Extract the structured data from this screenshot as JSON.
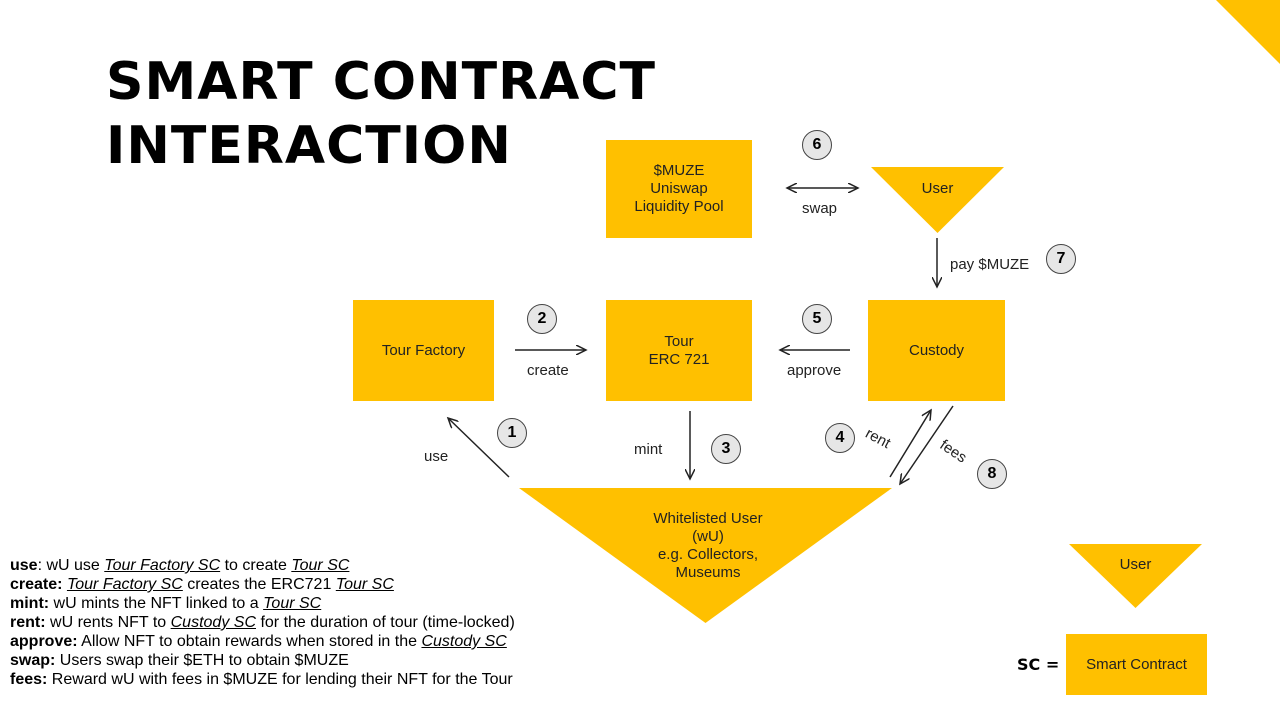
{
  "title": {
    "line1": "SMART CONTRACT",
    "line2": "INTERACTION"
  },
  "boxes": {
    "pool": [
      "$MUZE",
      "Uniswap",
      "Liquidity Pool"
    ],
    "tour_factory": "Tour Factory",
    "tour": [
      "Tour",
      "ERC 721"
    ],
    "custody": "Custody",
    "legend_sc": "Smart Contract"
  },
  "triangles": {
    "user": "User",
    "whitelisted": [
      "Whitelisted User",
      "(wU)",
      "e.g. Collectors,",
      "Museums"
    ],
    "legend_user": "User"
  },
  "arrow_labels": {
    "swap": "swap",
    "pay": "pay $MUZE",
    "create": "create",
    "approve": "approve",
    "use": "use",
    "mint": "mint",
    "rent": "rent",
    "fees": "fees"
  },
  "badges": [
    "1",
    "2",
    "3",
    "4",
    "5",
    "6",
    "7",
    "8"
  ],
  "legend_items": [
    {
      "term": "use",
      "parts": [
        {
          "t": ": wU use "
        },
        {
          "t": "Tour Factory SC",
          "ref": true
        },
        {
          "t": " to create "
        },
        {
          "t": "Tour SC",
          "ref": true
        }
      ]
    },
    {
      "term": "create:",
      "parts": [
        {
          "t": " "
        },
        {
          "t": "Tour Factory SC",
          "ref": true
        },
        {
          "t": " creates the ERC721 "
        },
        {
          "t": "Tour SC",
          "ref": true
        }
      ]
    },
    {
      "term": "mint:",
      "parts": [
        {
          "t": " wU mints the NFT linked to a "
        },
        {
          "t": "Tour SC",
          "ref": true
        }
      ]
    },
    {
      "term": "rent:",
      "parts": [
        {
          "t": " wU rents NFT to "
        },
        {
          "t": "Custody SC",
          "ref": true
        },
        {
          "t": " for the duration of tour (time-locked)"
        }
      ]
    },
    {
      "term": "approve:",
      "parts": [
        {
          "t": " Allow NFT to obtain rewards when stored in the "
        },
        {
          "t": "Custody SC",
          "ref": true
        }
      ]
    },
    {
      "term": "swap:",
      "parts": [
        {
          "t": " Users swap their $ETH to obtain $MUZE"
        }
      ]
    },
    {
      "term": "fees:",
      "parts": [
        {
          "t": " Reward wU with fees in $MUZE for lending their NFT for the Tour"
        }
      ]
    }
  ],
  "sc_equals": "SC =",
  "colors": {
    "accent": "#ffc000",
    "badge_fill": "#e6e6e6",
    "text": "#222222"
  }
}
